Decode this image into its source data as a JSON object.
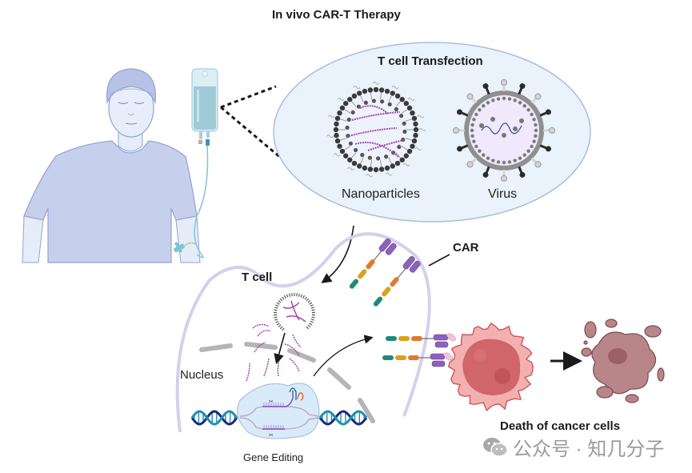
{
  "figure": {
    "title": "In vivo CAR-T Therapy"
  },
  "transfection": {
    "title": "T cell Transfection",
    "vectors": [
      {
        "label": "Nanoparticles",
        "icon": "lipid-nanoparticle-icon"
      },
      {
        "label": "Virus",
        "icon": "viral-vector-icon"
      }
    ]
  },
  "tcell": {
    "label": "T cell",
    "nucleus_label": "Nucleus",
    "gene_editing_label": "Gene Editing",
    "receptor_label": "CAR"
  },
  "outcome": {
    "label": "Death of cancer cells"
  },
  "watermark": {
    "text": "公众号 · 知几分子",
    "icon": "wechat-icon"
  },
  "colors": {
    "patient_body": "#c5d0ec",
    "patient_outline": "#8fa0d0",
    "iv_fluid": "#9fcbd8",
    "transfection_fill": "#eaf2fb",
    "transfection_stroke": "#a9bedb",
    "tcell_membrane": "#cfcbe8",
    "car_purple": "#8e5fc4",
    "car_orange": "#e07a2e",
    "car_yellow": "#d9a21c",
    "car_teal": "#1f8a7a",
    "cancer_cell": "#f2a5a6",
    "cancer_nucleus": "#c9545f",
    "dead_cell": "#b88689",
    "dna_dark": "#1d2a7a",
    "dna_teal": "#1f8fb0",
    "rna_magenta": "#a24ab0"
  }
}
